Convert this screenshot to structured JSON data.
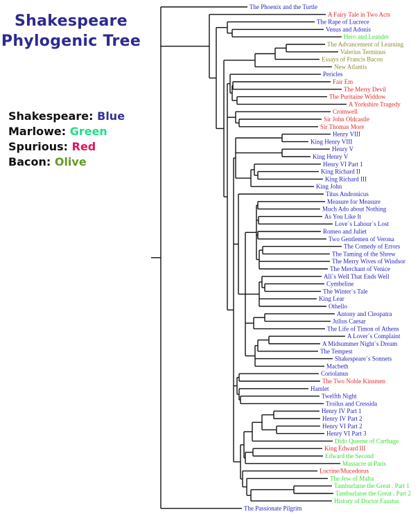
{
  "title": {
    "line1": "Shakespeare",
    "line2": "Phylogenic Tree"
  },
  "legend": [
    {
      "author": "Shakespeare:",
      "color_name": "Blue",
      "color": "#333399"
    },
    {
      "author": "Marlowe:",
      "color_name": "Green",
      "color": "#22dd88"
    },
    {
      "author": "Spurious:",
      "color_name": "Red",
      "color": "#e8105a"
    },
    {
      "author": "Bacon:",
      "color_name": "Olive",
      "color": "#669922"
    }
  ],
  "label_colors": {
    "S": "#2222bb",
    "M": "#33dd33",
    "Sp": "#e02828",
    "B": "#8a8a30"
  },
  "leaves": [
    {
      "name": "The Phoenix and the Turtle",
      "a": "S",
      "dist": 125
    },
    {
      "name": "A Fairy Tale in Two Acts",
      "a": "Sp",
      "dist": 238
    },
    {
      "name": "The Rape of Lucrece",
      "a": "S",
      "dist": 222
    },
    {
      "name": "Venus and Adonis",
      "a": "S",
      "dist": 235
    },
    {
      "name": "Hero and Leander",
      "a": "M",
      "dist": 261
    },
    {
      "name": "The Advancement of Learning",
      "a": "B",
      "dist": 237
    },
    {
      "name": "Valerius Terminus",
      "a": "B",
      "dist": 256
    },
    {
      "name": "Essays of Francis Bacon",
      "a": "B",
      "dist": 229
    },
    {
      "name": "New Atlantis",
      "a": "B",
      "dist": 247
    },
    {
      "name": "Pericles",
      "a": "S",
      "dist": 231
    },
    {
      "name": "Fair Em",
      "a": "Sp",
      "dist": 245
    },
    {
      "name": "The Merry Devil",
      "a": "Sp",
      "dist": 261
    },
    {
      "name": "The Puritaine Widdow",
      "a": "Sp",
      "dist": 240
    },
    {
      "name": "A Yorkshire Tragedy",
      "a": "Sp",
      "dist": 268
    },
    {
      "name": "Cromwell",
      "a": "Sp",
      "dist": 245
    },
    {
      "name": "Sir John Oldcastle",
      "a": "Sp",
      "dist": 232
    },
    {
      "name": "Sir Thomas More",
      "a": "Sp",
      "dist": 227
    },
    {
      "name": "Henry VIII",
      "a": "S",
      "dist": 245
    },
    {
      "name": "King Henry VIII",
      "a": "S",
      "dist": 213
    },
    {
      "name": "Henry V",
      "a": "S",
      "dist": 244
    },
    {
      "name": "King Henry V",
      "a": "S",
      "dist": 216
    },
    {
      "name": "Henry VI Part 1",
      "a": "S",
      "dist": 231
    },
    {
      "name": "King Richard II",
      "a": "S",
      "dist": 228
    },
    {
      "name": "King Richard III",
      "a": "S",
      "dist": 234
    },
    {
      "name": "King John",
      "a": "S",
      "dist": 221
    },
    {
      "name": "Titus Andronicus",
      "a": "S",
      "dist": 235
    },
    {
      "name": "Measure for Measure",
      "a": "S",
      "dist": 237
    },
    {
      "name": "Much Ado about Nothing",
      "a": "S",
      "dist": 230
    },
    {
      "name": "As You Like It",
      "a": "S",
      "dist": 233
    },
    {
      "name": "Love`s Labour`s Lost",
      "a": "S",
      "dist": 248
    },
    {
      "name": "Romeo and Juliet",
      "a": "S",
      "dist": 231
    },
    {
      "name": "Two Gentlemen of Verona",
      "a": "S",
      "dist": 239
    },
    {
      "name": "The Comedy of Errors",
      "a": "S",
      "dist": 261
    },
    {
      "name": "The Taming of the Shrew",
      "a": "S",
      "dist": 244
    },
    {
      "name": "The Merry Wives of Windsor",
      "a": "S",
      "dist": 244
    },
    {
      "name": "The Merchant of Venice",
      "a": "S",
      "dist": 241
    },
    {
      "name": "All`s Well That Ends Well",
      "a": "S",
      "dist": 232
    },
    {
      "name": "Cymbeline",
      "a": "S",
      "dist": 236
    },
    {
      "name": "The Winter`s Tale",
      "a": "S",
      "dist": 231
    },
    {
      "name": "King Lear",
      "a": "S",
      "dist": 225
    },
    {
      "name": "Othello",
      "a": "S",
      "dist": 239
    },
    {
      "name": "Antony and Cleopatra",
      "a": "S",
      "dist": 251
    },
    {
      "name": "Julius Caesar",
      "a": "S",
      "dist": 245
    },
    {
      "name": "The Life of Timon of Athens",
      "a": "S",
      "dist": 237
    },
    {
      "name": "A Lover`s Complaint",
      "a": "S",
      "dist": 266
    },
    {
      "name": "A Midsummer Night`s Dream",
      "a": "S",
      "dist": 230
    },
    {
      "name": "The Tempest",
      "a": "S",
      "dist": 227
    },
    {
      "name": "Shakespeare`s Sonnets",
      "a": "S",
      "dist": 248
    },
    {
      "name": "Macbeth",
      "a": "S",
      "dist": 236
    },
    {
      "name": "Coriolanus",
      "a": "S",
      "dist": 228
    },
    {
      "name": "The Two Noble Kinsmen",
      "a": "Sp",
      "dist": 230
    },
    {
      "name": "Hamlet",
      "a": "S",
      "dist": 213
    },
    {
      "name": "Twelfth Night",
      "a": "S",
      "dist": 229
    },
    {
      "name": "Troilus and Cressida",
      "a": "S",
      "dist": 235
    },
    {
      "name": "Henry IV Part 1",
      "a": "S",
      "dist": 229
    },
    {
      "name": "Henry IV Part 2",
      "a": "S",
      "dist": 230
    },
    {
      "name": "Henry VI Part 2",
      "a": "S",
      "dist": 230
    },
    {
      "name": "Henry VI Part 3",
      "a": "S",
      "dist": 236
    },
    {
      "name": "Dido Queene of Carthage",
      "a": "M",
      "dist": 248
    },
    {
      "name": "King Edward III",
      "a": "Sp",
      "dist": 233
    },
    {
      "name": "Edward the Second",
      "a": "M",
      "dist": 234
    },
    {
      "name": "Massacre at Paris",
      "a": "M",
      "dist": 259
    },
    {
      "name": "Locrine/Mucedorus",
      "a": "Sp",
      "dist": 226
    },
    {
      "name": "The Jew of Malta",
      "a": "M",
      "dist": 241
    },
    {
      "name": "Tamburlaine the Great . Part 1",
      "a": "M",
      "dist": 247
    },
    {
      "name": "Tamburlaine the Great . Part 2",
      "a": "M",
      "dist": 249
    },
    {
      "name": "History of Doctor Faustus",
      "a": "M",
      "dist": 247
    },
    {
      "name": "The Passionate Pilgrim",
      "a": "S",
      "dist": 117
    }
  ],
  "tree": {
    "d": 0,
    "c": [
      0,
      {
        "d": 70,
        "c": [
          1,
          {
            "d": 80,
            "c": [
              {
                "d": 96,
                "c": [
                  2,
                  {
                    "d": 103,
                    "c": [
                      3,
                      4
                    ]
                  }
                ]
              },
              {
                "d": 91,
                "c": [
                  {
                    "d": 136,
                    "c": [
                      {
                        "d": 165,
                        "c": [
                          {
                            "d": 181,
                            "c": [
                              5,
                              6
                            ]
                          },
                          7
                        ]
                      },
                      8
                    ]
                  },
                  {
                    "d": 96,
                    "c": [
                      {
                        "d": 100,
                        "c": [
                          9,
                          {
                            "d": 103,
                            "c": [
                              {
                                "d": 104,
                                "c": [
                                  10,
                                  11
                                ]
                              },
                              {
                                "d": 110,
                                "c": [
                                  12,
                                  13
                                ]
                              }
                            ]
                          }
                        ]
                      },
                      {
                        "d": 108,
                        "c": [
                          14,
                          {
                            "d": 113,
                            "c": [
                              15,
                              16
                            ]
                          }
                        ]
                      },
                      {
                        "d": 105,
                        "c": [
                          {
                            "d": 108,
                            "c": [
                              {
                                "d": 175,
                                "c": [
                                  17,
                                  18
                                ]
                              },
                              {
                                "d": 175,
                                "c": [
                                  19,
                                  20
                                ]
                              },
                              {
                                "d": 130,
                                "c": [
                                  {
                                    "d": 135,
                                    "c": [
                                      21,
                                      {
                                        "d": 140,
                                        "c": [
                                          22,
                                          23
                                        ]
                                      }
                                    ]
                                  },
                                  24
                                ]
                              }
                            ]
                          },
                          {
                            "d": 112,
                            "c": [
                              25,
                              {
                                "d": 122,
                                "c": [
                                  {
                                    "d": 138,
                                    "c": [
                                      {
                                        "d": 140,
                                        "c": [
                                          26,
                                          27
                                        ]
                                      },
                                      {
                                        "d": 141,
                                        "c": [
                                          28,
                                          29
                                        ]
                                      },
                                      {
                                        "d": 140,
                                        "c": [
                                          30,
                                          31
                                        ]
                                      },
                                      {
                                        "d": 142,
                                        "c": [
                                          {
                                            "d": 147,
                                            "c": [
                                              32,
                                              33
                                            ]
                                          },
                                          34,
                                          35
                                        ]
                                      }
                                    ]
                                  },
                                  {
                                    "d": 142,
                                    "c": [
                                      {
                                        "d": 146,
                                        "c": [
                                          36,
                                          {
                                            "d": 150,
                                            "c": [
                                              37,
                                              38
                                            ]
                                          }
                                        ]
                                      },
                                      39,
                                      40
                                    ]
                                  },
                                  {
                                    "d": 134,
                                    "c": [
                                      {
                                        "d": 150,
                                        "c": [
                                          41,
                                          42
                                        ]
                                      },
                                      43
                                    ]
                                  },
                                  {
                                    "d": 136,
                                    "c": [
                                      {
                                        "d": 140,
                                        "c": [
                                          {
                                            "d": 156,
                                            "c": [
                                              44,
                                              45
                                            ]
                                          },
                                          46
                                        ]
                                      },
                                      47,
                                      48
                                    ]
                                  }
                                ]
                              }
                            ]
                          },
                          {
                            "d": 110,
                            "c": [
                              {
                                "d": 113,
                                "c": [
                                  49,
                                  50
                                ]
                              },
                              {
                                "d": 113,
                                "c": [
                                  51,
                                  {
                                    "d": 115,
                                    "c": [
                                      52,
                                      53
                                    ]
                                  }
                                ]
                              }
                            ]
                          },
                          {
                            "d": 115,
                            "c": [
                              {
                                "d": 120,
                                "c": [
                                  {
                                    "d": 132,
                                    "c": [
                                      {
                                        "d": 146,
                                        "c": [
                                          {
                                            "d": 163,
                                            "c": [
                                              54,
                                              55
                                            ]
                                          },
                                          {
                                            "d": 167,
                                            "c": [
                                              56,
                                              57
                                            ]
                                          }
                                        ]
                                      },
                                      58
                                    ]
                                  },
                                  {
                                    "d": 122,
                                    "c": [
                                      {
                                        "d": 133,
                                        "c": [
                                          59,
                                          60
                                        ]
                                      },
                                      61
                                    ]
                                  }
                                ]
                              },
                              {
                                "d": 118,
                                "c": [
                                  62,
                                  {
                                    "d": 124,
                                    "c": [
                                      63,
                                      {
                                        "d": 130,
                                        "c": [
                                          {
                                            "d": 192,
                                            "c": [
                                              64,
                                              65
                                            ]
                                          },
                                          66
                                        ]
                                      }
                                    ]
                                  }
                                ]
                              }
                            ]
                          }
                        ]
                      }
                    ]
                  }
                ]
              }
            ]
          }
        ]
      },
      67
    ]
  }
}
